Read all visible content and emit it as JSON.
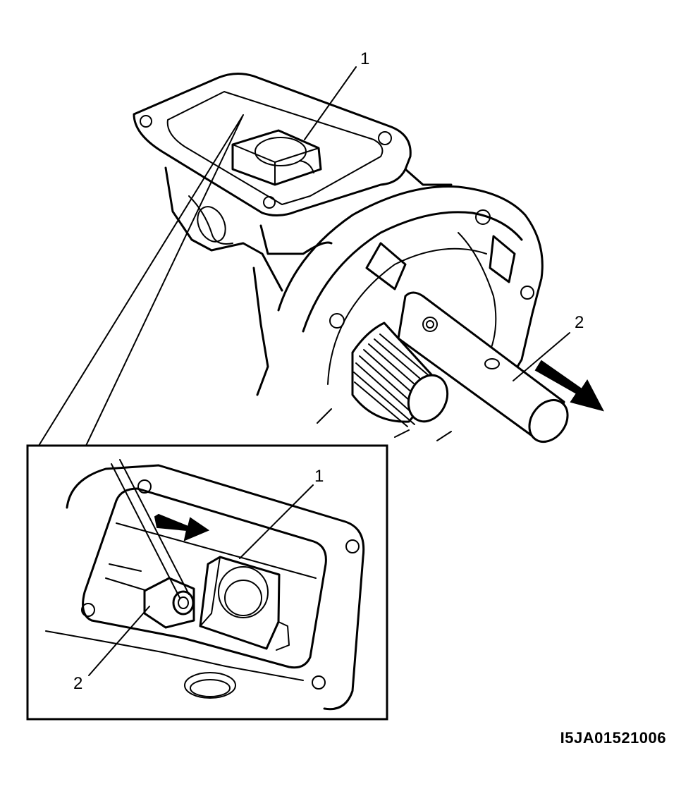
{
  "figure_id": "I5JA01521006",
  "callouts": {
    "main_shift_block": "1",
    "main_shaft": "2",
    "inset_shift_block": "1",
    "inset_shaft": "2"
  },
  "colors": {
    "ink": "#000000",
    "paper": "#ffffff"
  }
}
